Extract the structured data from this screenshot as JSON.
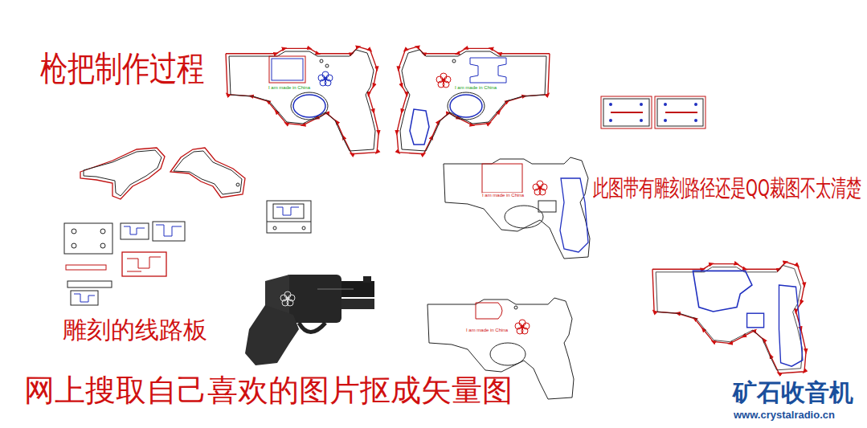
{
  "diagram": {
    "title": "枪把制作过程",
    "labels": [
      "此图带有雕刻路径还是QQ裁图不太清楚",
      "雕刻的线路板",
      "网上搜取自己喜欢的图片抠成矢量图",
      "矿石收音机",
      "www.crystalradio.cn",
      "I am made in China",
      "I am made in China",
      "I am made in China",
      "I am made in China"
    ]
  }
}
